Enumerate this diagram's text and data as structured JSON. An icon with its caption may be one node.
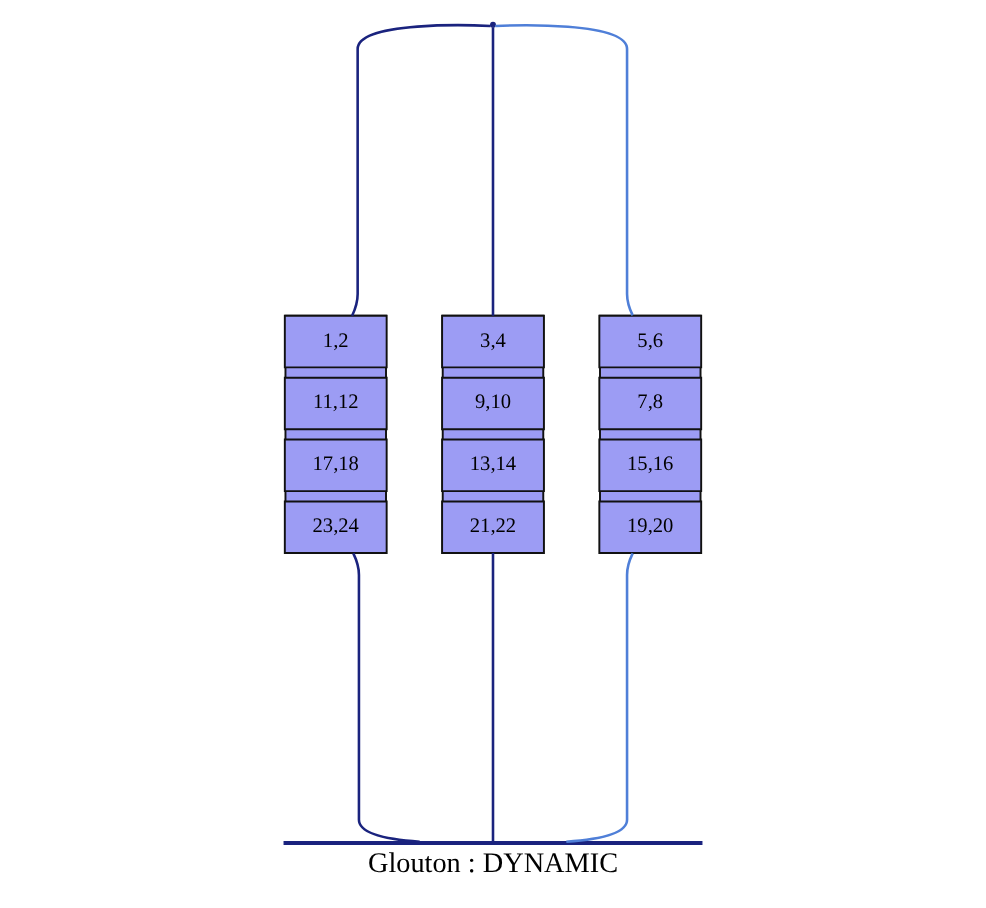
{
  "diagram": {
    "caption": "Glouton : DYNAMIC",
    "nodes": [
      {
        "text": [],
        "shape": "point"
      },
      {
        "text": [],
        "shape": "box"
      },
      {
        "text": [
          "1,2"
        ],
        "in": 1
      },
      {
        "text": [
          "11,12"
        ],
        "in": 1
      },
      {
        "text": [
          "17,18"
        ],
        "in": 1
      },
      {
        "text": [
          "23,24"
        ],
        "in": 1
      },
      {
        "text": [],
        "shape": "box"
      },
      {
        "text": [
          "3,4"
        ],
        "in": 6
      },
      {
        "text": [
          "9,10"
        ],
        "in": 6
      },
      {
        "text": [
          "13,14"
        ],
        "in": 6
      },
      {
        "text": [
          "21,22"
        ],
        "in": 6
      },
      {
        "text": [],
        "shape": "box"
      },
      {
        "text": [
          "5,6"
        ],
        "in": 11
      },
      {
        "text": [
          "7,8"
        ],
        "in": 11
      },
      {
        "text": [
          "15,16"
        ],
        "in": 11
      },
      {
        "text": [
          "19,20"
        ],
        "in": 11
      },
      {
        "text": [],
        "shape": "bar"
      }
    ],
    "edges": [
      {
        "from": 0,
        "to": 1,
        "arrow": "none"
      },
      {
        "from": 0,
        "to": 6,
        "arrow": "none"
      },
      {
        "from": 0,
        "to": 11,
        "arrow": "none",
        "color": "#4f7fd8"
      },
      {
        "from": 1,
        "to": 16,
        "arrow": "none"
      },
      {
        "from": 6,
        "to": 16,
        "arrow": "none"
      },
      {
        "from": 11,
        "to": 16,
        "arrow": "none",
        "color": "#4f7fd8"
      }
    ]
  }
}
